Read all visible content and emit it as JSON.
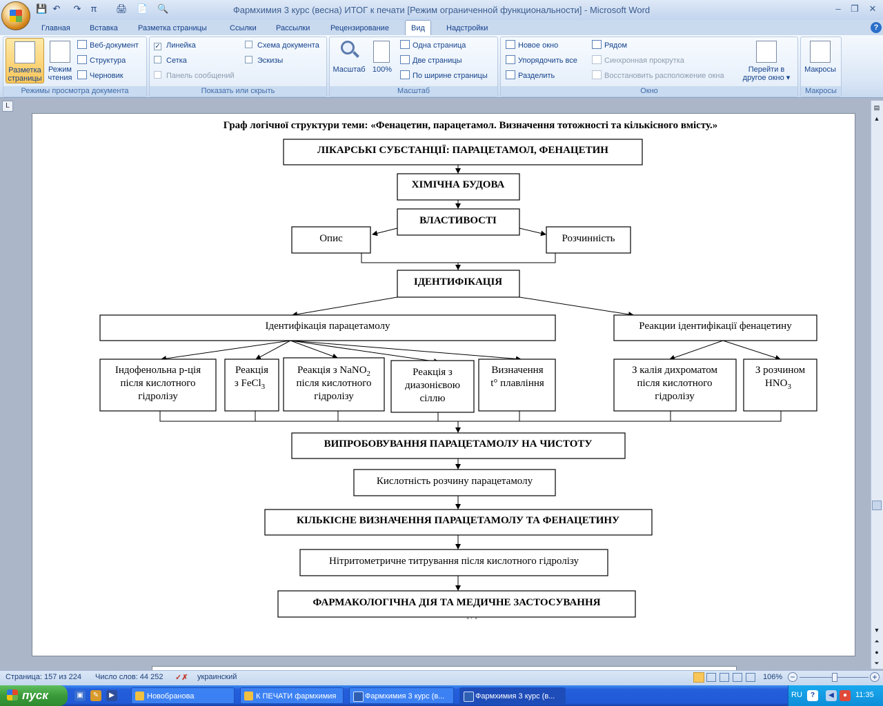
{
  "window": {
    "title": "Фармхимия 3 курс (весна) ИТОГ к печати [Режим ограниченной функциональности] - Microsoft Word",
    "controls": [
      "–",
      "❐",
      "✕"
    ]
  },
  "quick_access": [
    "💾",
    "↶",
    "↷",
    "π",
    "🖨",
    "📄",
    "🔍"
  ],
  "tabs": [
    "Главная",
    "Вставка",
    "Разметка страницы",
    "Ссылки",
    "Рассылки",
    "Рецензирование",
    "Вид",
    "Надстройки"
  ],
  "ribbon": {
    "views": {
      "label": "Режимы просмотра документа",
      "layout_btn": [
        "Разметка",
        "страницы"
      ],
      "reading_btn": [
        "Режим",
        "чтения"
      ],
      "web": "Веб-документ",
      "outline": "Структура",
      "draft": "Черновик"
    },
    "show": {
      "label": "Показать или скрыть",
      "ruler": "Линейка",
      "grid": "Сетка",
      "message_bar": "Панель сообщений",
      "doc_map": "Схема документа",
      "thumbs": "Эскизы",
      "ruler_checked": "✓"
    },
    "zoom": {
      "label": "Масштаб",
      "zoom_btn": "Масштаб",
      "hundred": "100%",
      "one_page": "Одна страница",
      "two_pages": "Две страницы",
      "page_width": "По ширине страницы"
    },
    "window_group": {
      "label": "Окно",
      "new_window": "Новое окно",
      "arrange": "Упорядочить все",
      "split": "Разделить",
      "side_by_side": "Рядом",
      "sync_scroll": "Синхронная прокрутка",
      "reset_pos": "Восстановить расположение окна",
      "switch": [
        "Перейти в",
        "другое окно ▾"
      ]
    },
    "macros": {
      "label": "Макросы",
      "btn": "Макросы"
    }
  },
  "ruler_toggle": "L",
  "doc": {
    "title": "Граф логічної структури теми: «Фенацетин, парацетамол. Визначення тотожності та кількісного вмісту.»",
    "page_number": "171",
    "boxes": {
      "substances": "ЛІКАРСЬКІ СУБСТАНЦІЇ: ПАРАЦЕТАМОЛ, ФЕНАЦЕТИН",
      "structure": "ХІМІЧНА БУДОВА",
      "properties": "ВЛАСТИВОСТІ",
      "description": "Опис",
      "solubility": "Розчинність",
      "identification": "ІДЕНТИФІКАЦІЯ",
      "ident_para": "Ідентифікація парацетамолу",
      "ident_phen": "Реакции ідентифікації фенацетину",
      "indophenol": [
        "Індофенольна р-ція",
        "після кислотного",
        "гідролізу"
      ],
      "fecl3": [
        "Реакція",
        "з FeCl",
        "3"
      ],
      "nano2": [
        "Реакція з NaNO",
        "2",
        "після кислотного",
        "гідролізу"
      ],
      "diazo": [
        "Реакція з",
        "диазонієвою",
        "сіллю"
      ],
      "melting": [
        "Визначення",
        "t° плавління"
      ],
      "dichromate": [
        "З калія дихроматом",
        "після кислотного",
        "гідролізу"
      ],
      "hno3": [
        "З розчином",
        "HNO",
        "3"
      ],
      "purity": "ВИПРОБОВУВАННЯ  ПАРАЦЕТАМОЛУ НА ЧИСТОТУ",
      "acidity": "Кислотність розчину парацетамолу",
      "quant": "КІЛЬКІСНЕ ВИЗНАЧЕННЯ ПАРАЦЕТАМОЛУ ТА ФЕНАЦЕТИНУ",
      "nitrite": "Нітритометричне титрування після кислотного гідролізу",
      "pharm": "ФАРМАКОЛОГІЧНА ДІЯ ТА МЕДИЧНЕ ЗАСТОСУВАННЯ"
    }
  },
  "status": {
    "page": "Страница: 157 из 224",
    "words": "Число слов: 44 252",
    "language": "украинский",
    "zoom": "106%",
    "zoom_level_percent": 106
  },
  "taskbar": {
    "start": "пуск",
    "tasks": [
      "Новобранова",
      "К ПЕЧАТИ фармхимия",
      "Фармхимия 3 курс (в...",
      "Фармхимия 3 курс (в..."
    ],
    "lang": "RU",
    "time": "11:35"
  },
  "colors": {
    "ribbon_text": "#15428b",
    "taskbar": "#245edb",
    "start": "#3a9a3a",
    "tray": "#0f8ed8",
    "page": "#ffffff"
  }
}
